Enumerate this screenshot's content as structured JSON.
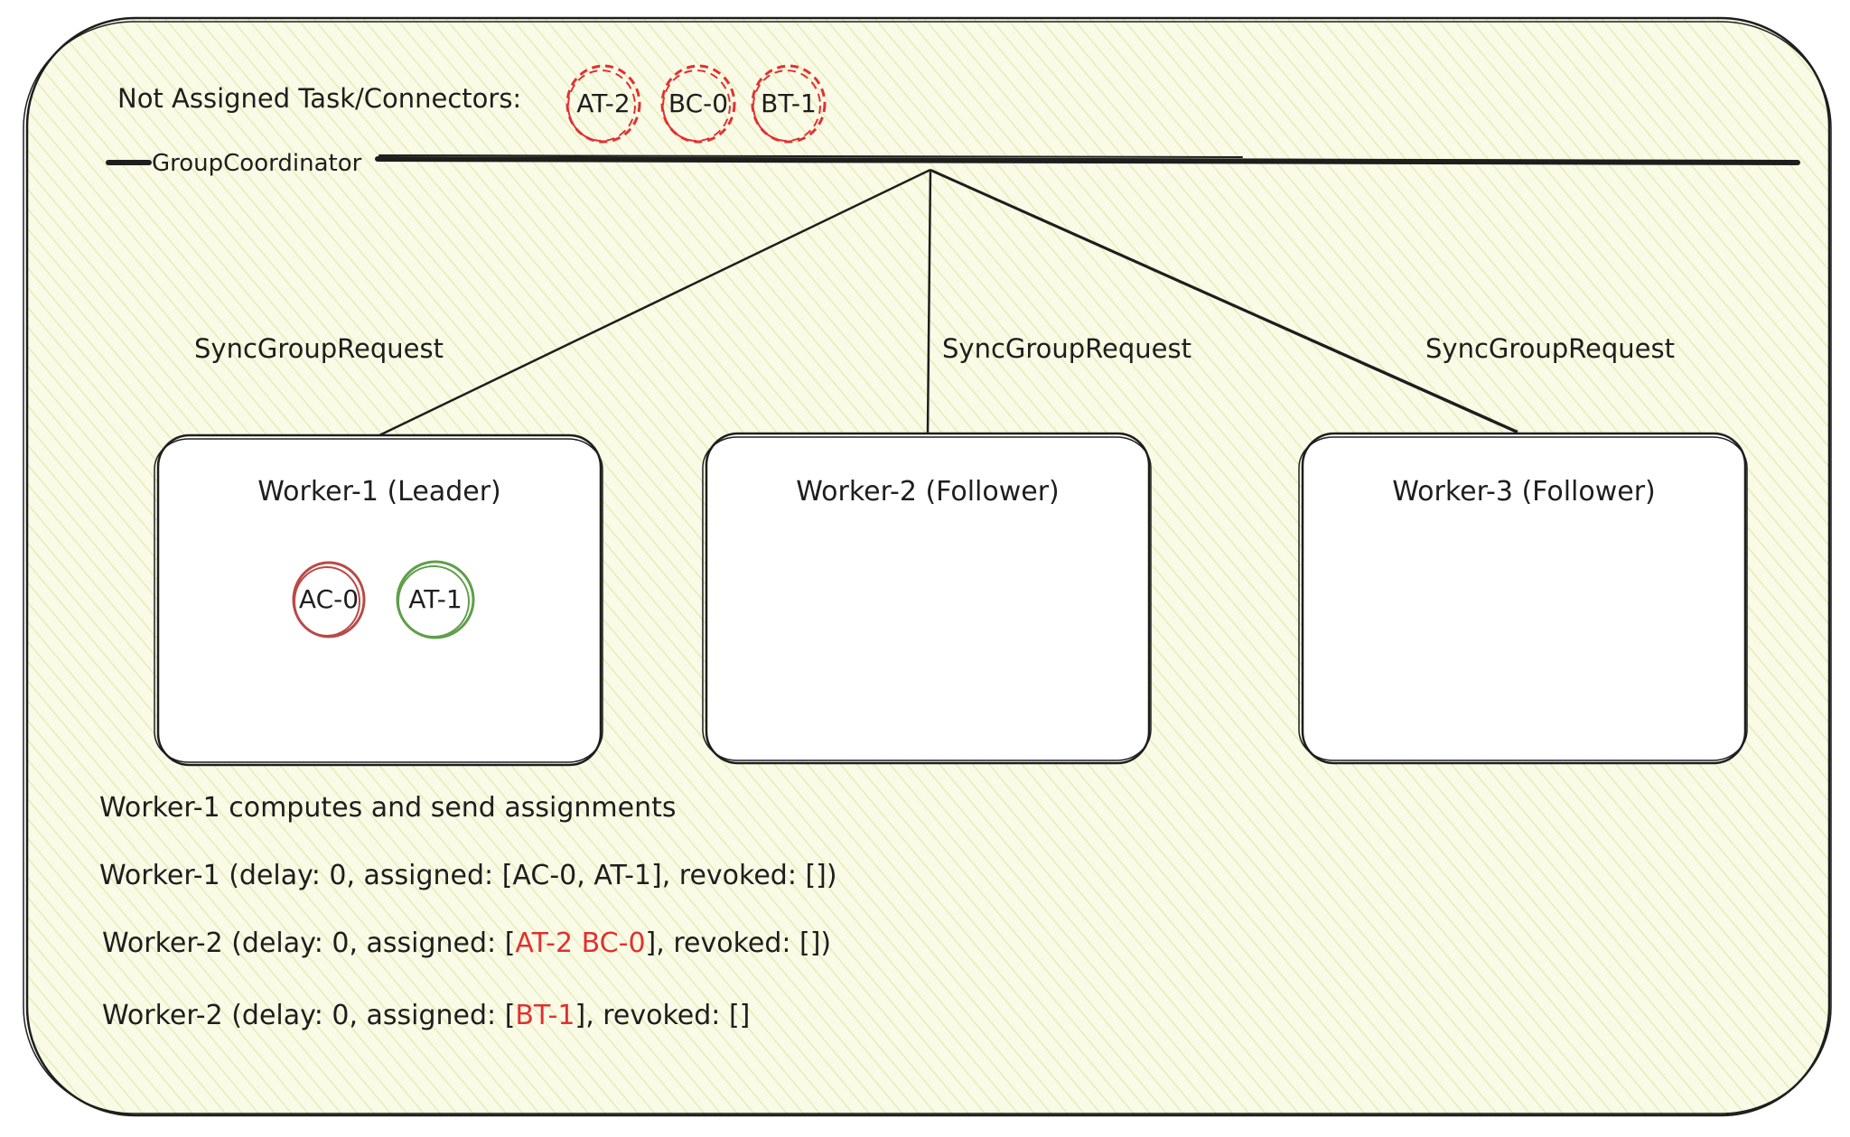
{
  "colors": {
    "ink": "#1e1e1e",
    "panel_fill": "#fafbe6",
    "hatch": "#e6ecb8",
    "alert_red": "#e03131",
    "revoked_red": "#b84a46",
    "assigned_green": "#5f9e4a",
    "box_fill": "#ffffff"
  },
  "header": {
    "unassigned_label": "Not Assigned Task/Connectors:",
    "unassigned": [
      {
        "label": "AT-2",
        "style": "red-dashed"
      },
      {
        "label": "BC-0",
        "style": "red-dashed"
      },
      {
        "label": "BT-1",
        "style": "red-dashed"
      }
    ]
  },
  "coordinator": {
    "label": "GroupCoordinator"
  },
  "requests": {
    "left": "SyncGroupRequest",
    "center": "SyncGroupRequest",
    "right": "SyncGroupRequest"
  },
  "workers": [
    {
      "title": "Worker-1 (Leader)",
      "tasks": [
        {
          "label": "AC-0",
          "style": "red"
        },
        {
          "label": "AT-1",
          "style": "green"
        }
      ]
    },
    {
      "title": "Worker-2 (Follower)",
      "tasks": []
    },
    {
      "title": "Worker-3 (Follower)",
      "tasks": []
    }
  ],
  "log": {
    "summary": "Worker-1 computes and send assignments",
    "line1": "Worker-1 (delay: 0, assigned: [AC-0, AT-1], revoked: [])",
    "line2": {
      "prefix": "Worker-2 (delay: 0, assigned: [",
      "highlight": "AT-2 BC-0",
      "suffix": "], revoked: [])"
    },
    "line3": {
      "prefix": "Worker-2 (delay: 0, assigned: [",
      "highlight": "BT-1",
      "suffix": "], revoked: []"
    }
  }
}
